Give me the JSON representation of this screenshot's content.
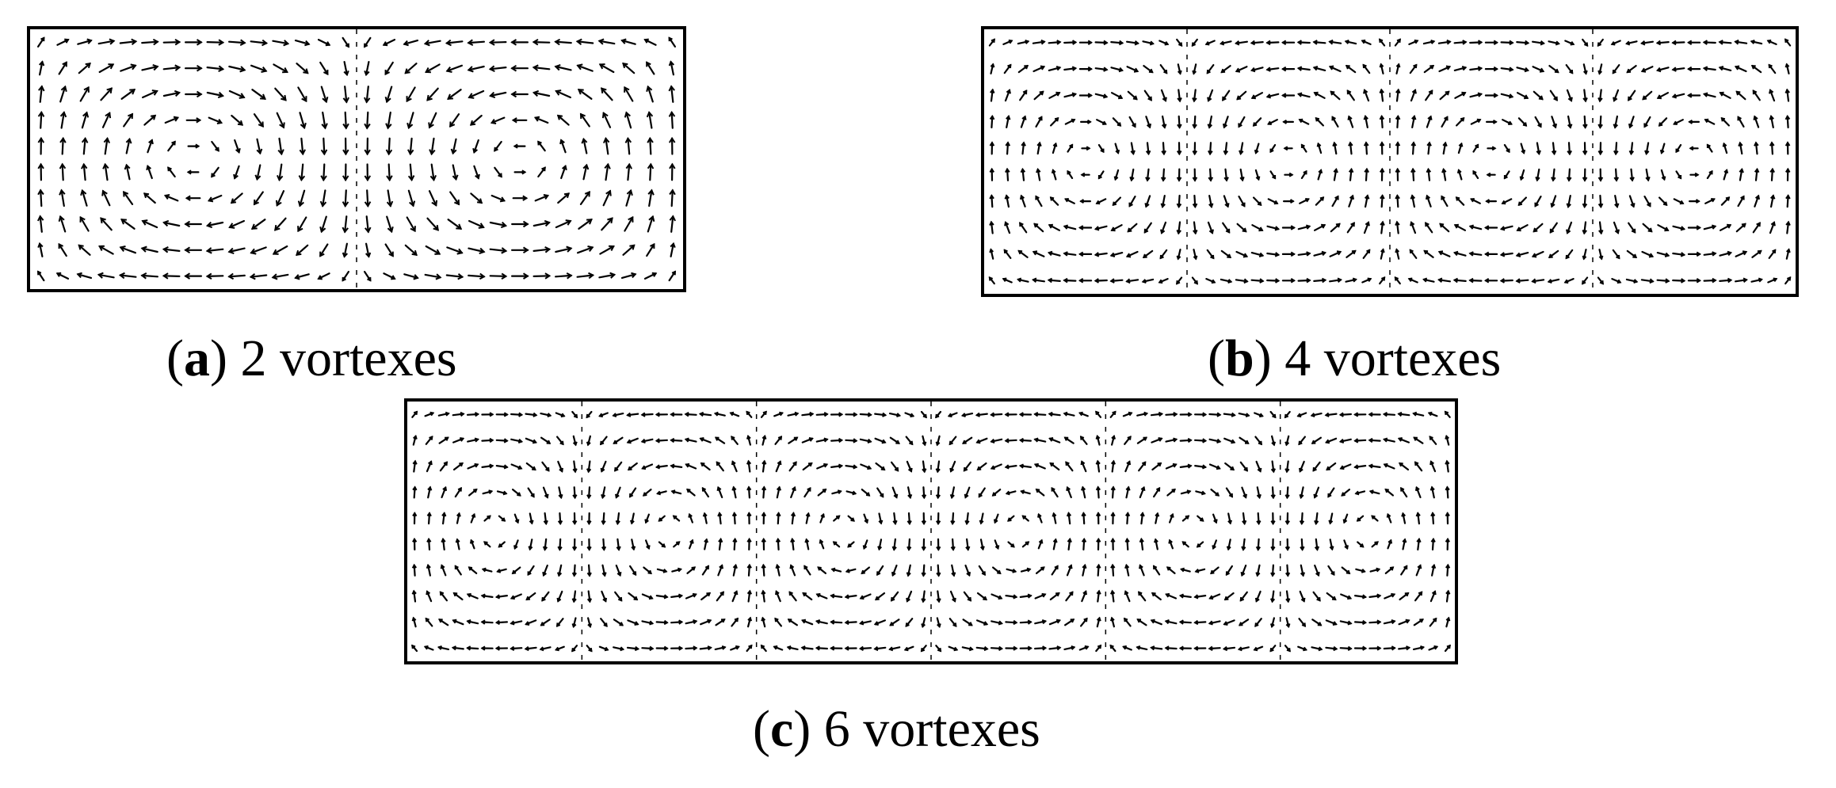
{
  "colors": {
    "ink": "#000000",
    "background": "#ffffff"
  },
  "panels": [
    {
      "id": "a",
      "vortex_count": 2,
      "caption": {
        "open": "(",
        "letter": "a",
        "close": ")",
        "text": " 2 vortexes"
      }
    },
    {
      "id": "b",
      "vortex_count": 4,
      "caption": {
        "open": "(",
        "letter": "b",
        "close": ")",
        "text": " 4 vortexes"
      }
    },
    {
      "id": "c",
      "vortex_count": 6,
      "caption": {
        "open": "(",
        "letter": "c",
        "close": ")",
        "text": " 6 vortexes"
      }
    }
  ]
}
